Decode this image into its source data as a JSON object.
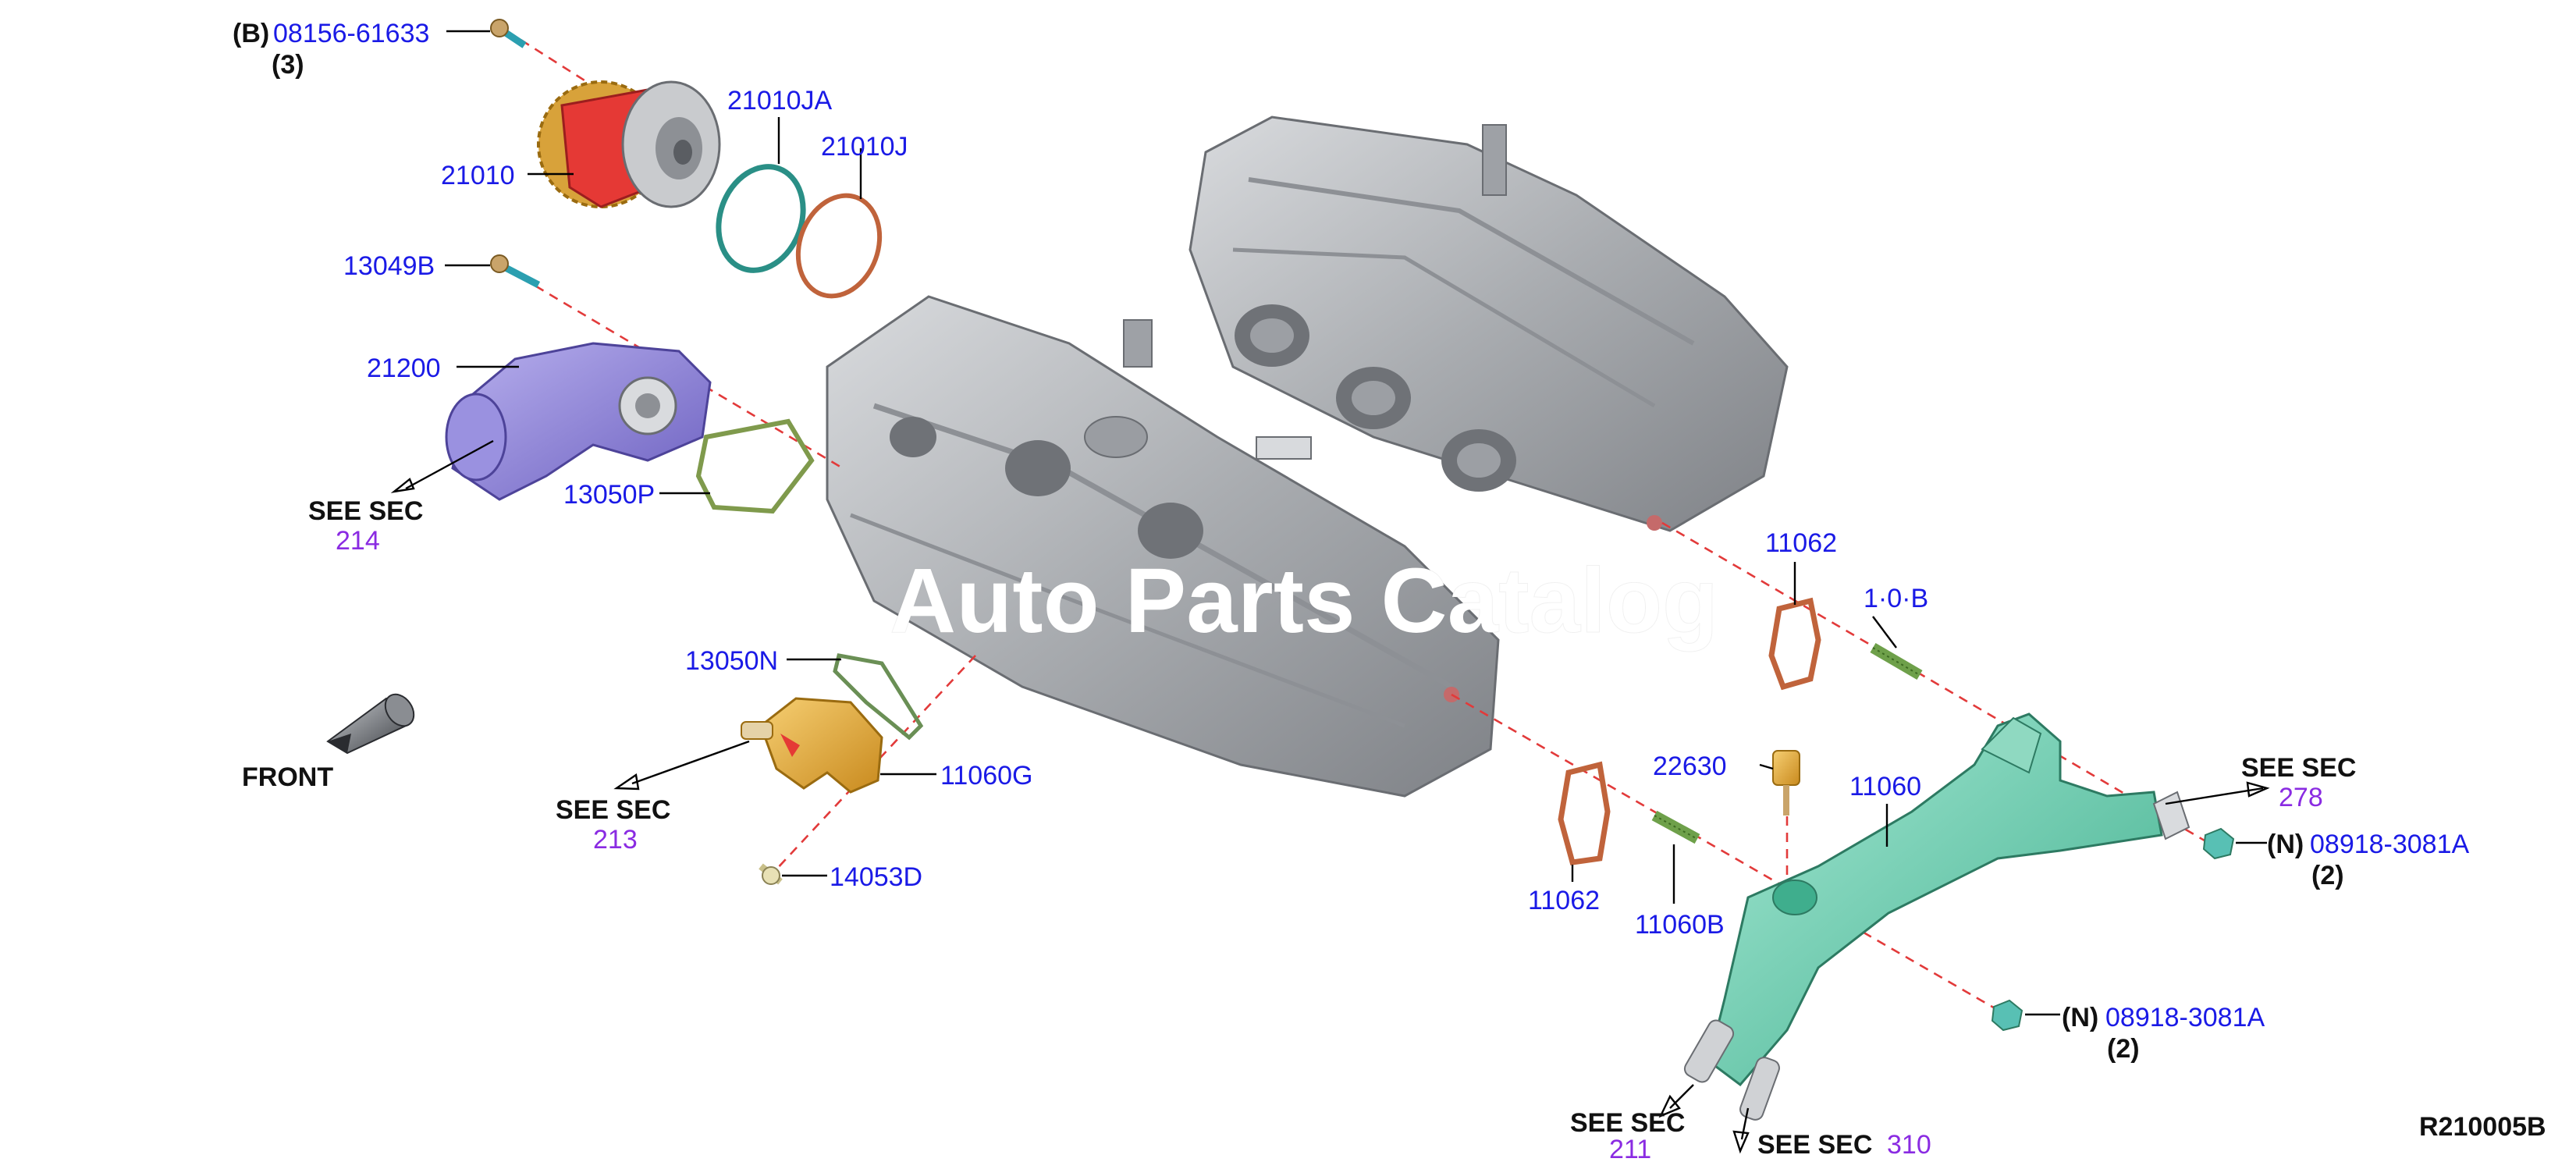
{
  "parts": {
    "p08156": {
      "prefix": "(B)",
      "code": "08156-61633",
      "qty": "(3)"
    },
    "p21010": "21010",
    "p21010JA": "21010JA",
    "p21010J_trunc": "21010J",
    "p13049B": "13049B",
    "p21200": "21200",
    "p13050P": "13050P",
    "p13050N": "13050N",
    "p11060G": "11060G",
    "p14053D": "14053D",
    "p11062_top": "11062",
    "p1106_B_trunc": "1·0·B",
    "p22630": "22630",
    "p11060": "11060",
    "p11062_bottom": "11062",
    "p11060B": "11060B",
    "p08918_a": {
      "prefix": "(N)",
      "code": "08918-3081A",
      "qty": "(2)"
    },
    "p08918_b": {
      "prefix": "(N)",
      "code": "08918-3081A",
      "qty": "(2)"
    }
  },
  "see_sec": {
    "label": "SEE SEC",
    "s214": "214",
    "s213": "213",
    "s278": "278",
    "s211": "211",
    "s310": "310"
  },
  "front_label": "FRONT",
  "diagram_id": "R210005B",
  "watermark": "Auto Parts Catalog",
  "colors": {
    "part_number": "#1a1ae6",
    "section_ref": "#8a2be2",
    "leader_dash": "#e23a3a",
    "engine_gray": "#b9bcc0",
    "water_pump_red": "#e53935",
    "thermostat_purple": "#8a7fd6",
    "outlet_green": "#5ec7a8",
    "sensor_orange": "#e6a53a",
    "gasket_teal": "#2a8f86",
    "gasket_brown": "#c0633b",
    "gasket_green": "#7f9a4c"
  },
  "icons": [
    "front-arrow-icon"
  ]
}
